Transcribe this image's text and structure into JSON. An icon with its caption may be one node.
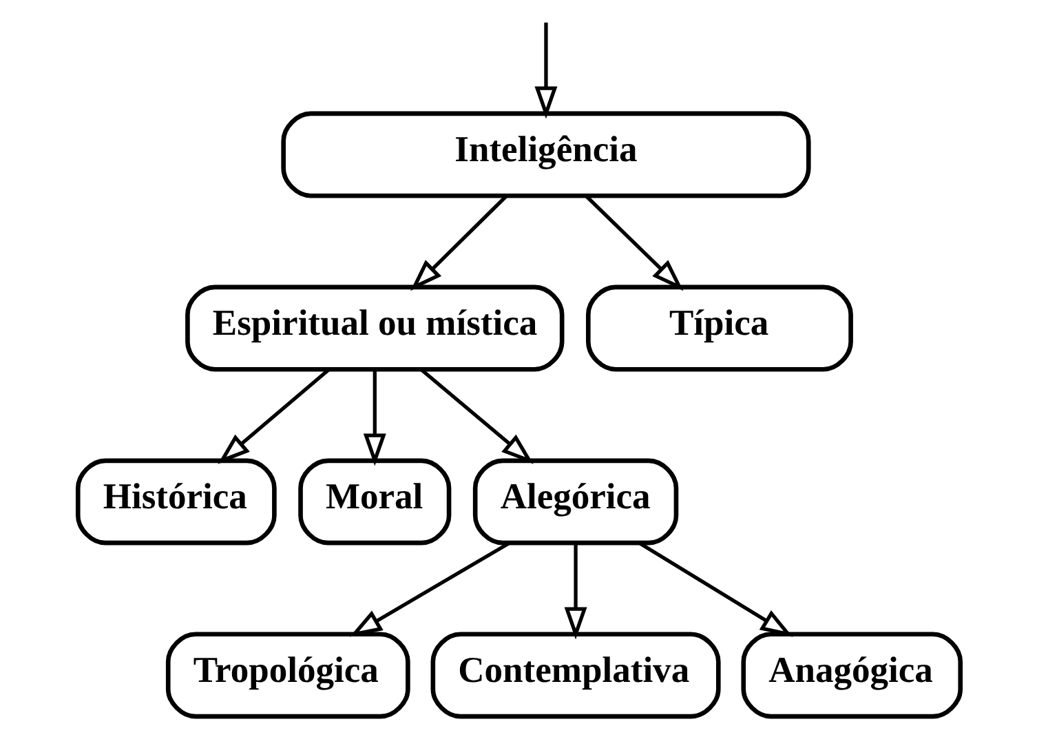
{
  "diagram": {
    "nodes": [
      {
        "text": [
          "Inteligência"
        ]
      },
      {
        "text": [
          "Espiritual ou mística"
        ]
      },
      {
        "text": [
          "Típica"
        ]
      },
      {
        "text": [
          "Histórica"
        ]
      },
      {
        "text": [
          "Moral"
        ]
      },
      {
        "text": [
          "Alegórica"
        ]
      },
      {
        "text": [
          "Tropológica"
        ]
      },
      {
        "text": [
          "Contemplativa"
        ]
      },
      {
        "text": [
          "Anagógica"
        ]
      }
    ],
    "edges": [
      {
        "from": null,
        "to": 0,
        "arrow": "to"
      },
      {
        "from": 0,
        "to": 1,
        "arrow": "to"
      },
      {
        "from": 0,
        "to": 2,
        "arrow": "to"
      },
      {
        "from": 1,
        "to": 3,
        "arrow": "to"
      },
      {
        "from": 1,
        "to": 4,
        "arrow": "to"
      },
      {
        "from": 1,
        "to": 5,
        "arrow": "to"
      },
      {
        "from": 5,
        "to": 6,
        "arrow": "to"
      },
      {
        "from": 5,
        "to": 7,
        "arrow": "to"
      },
      {
        "from": 5,
        "to": 8,
        "arrow": "to"
      }
    ]
  }
}
